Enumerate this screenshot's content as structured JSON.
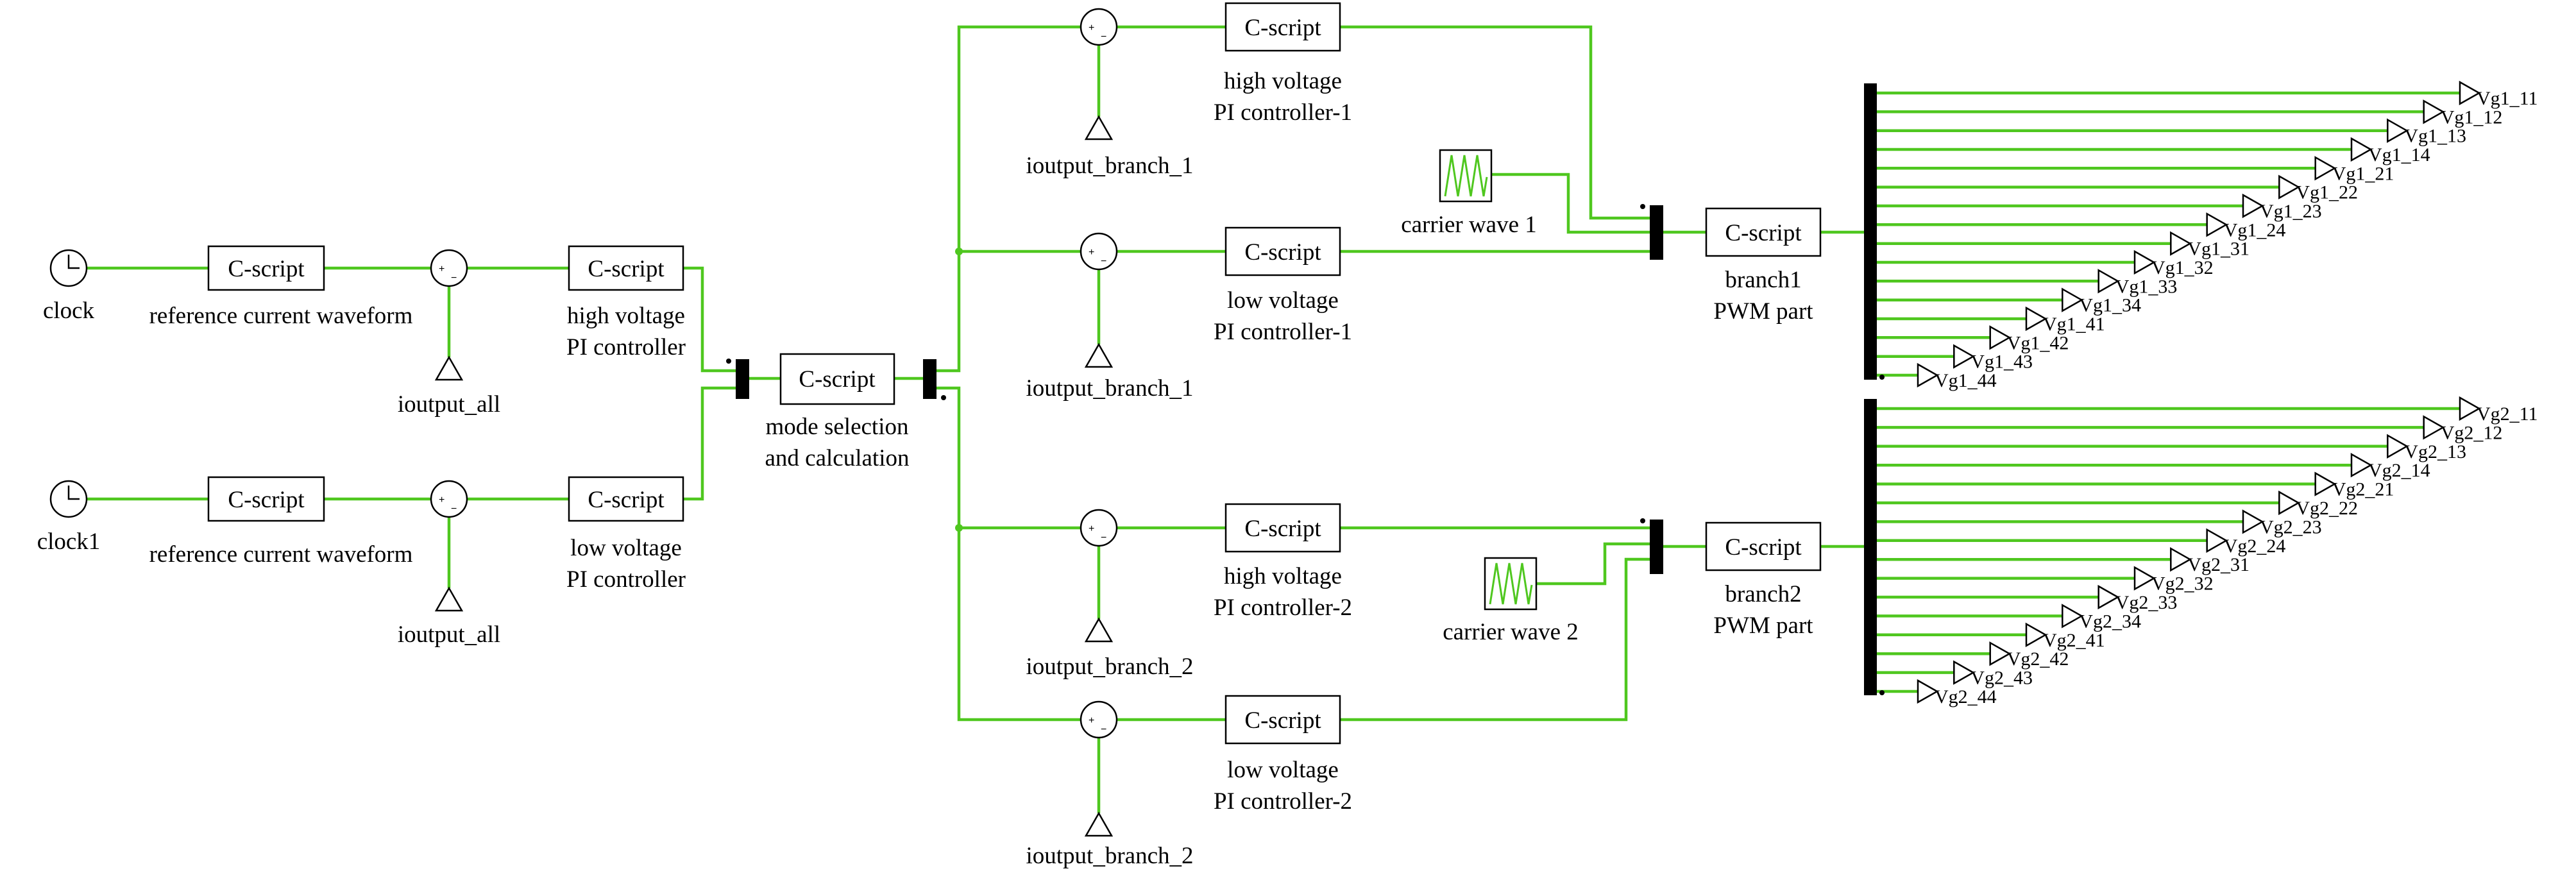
{
  "colors": {
    "wire": "#4fc71f",
    "block_border": "#000000",
    "text": "#000000"
  },
  "inputs": {
    "clock": "clock",
    "clock1": "clock1",
    "ioutput_all_top": "ioutput_all",
    "ioutput_all_bottom": "ioutput_all",
    "ioutput_branch_1_a": "ioutput_branch_1",
    "ioutput_branch_1_b": "ioutput_branch_1",
    "ioutput_branch_2_a": "ioutput_branch_2",
    "ioutput_branch_2_b": "ioutput_branch_2"
  },
  "blocks": {
    "block_label": "C-script",
    "ref_wave_top": "reference current waveform",
    "ref_wave_bottom": "reference current waveform",
    "hv_pi": [
      "high voltage",
      "PI controller"
    ],
    "lv_pi": [
      "low voltage",
      "PI controller"
    ],
    "mode": [
      "mode selection",
      "and calculation"
    ],
    "hv_pi_1": [
      "high voltage",
      "PI controller-1"
    ],
    "lv_pi_1": [
      "low voltage",
      "PI controller-1"
    ],
    "hv_pi_2": [
      "high voltage",
      "PI controller-2"
    ],
    "lv_pi_2": [
      "low voltage",
      "PI controller-2"
    ],
    "pwm1": [
      "branch1",
      "PWM part"
    ],
    "pwm2": [
      "branch2",
      "PWM part"
    ],
    "carrier1": "carrier wave 1",
    "carrier2": "carrier wave 2"
  },
  "sum_signs": {
    "plus": "+",
    "minus": "−"
  },
  "outputs_1": [
    "Vg1_11",
    "Vg1_12",
    "Vg1_13",
    "Vg1_14",
    "Vg1_21",
    "Vg1_22",
    "Vg1_23",
    "Vg1_24",
    "Vg1_31",
    "Vg1_32",
    "Vg1_33",
    "Vg1_34",
    "Vg1_41",
    "Vg1_42",
    "Vg1_43",
    "Vg1_44"
  ],
  "outputs_2": [
    "Vg2_11",
    "Vg2_12",
    "Vg2_13",
    "Vg2_14",
    "Vg2_21",
    "Vg2_22",
    "Vg2_23",
    "Vg2_24",
    "Vg2_31",
    "Vg2_32",
    "Vg2_33",
    "Vg2_34",
    "Vg2_41",
    "Vg2_42",
    "Vg2_43",
    "Vg2_44"
  ],
  "icons": {
    "clock": "clock-icon",
    "carrier": "carrier-wave-icon",
    "probe": "current-probe-icon",
    "sum": "sum-junction-icon",
    "mux": "mux-bar-icon",
    "gain": "gain-triangle-icon"
  }
}
